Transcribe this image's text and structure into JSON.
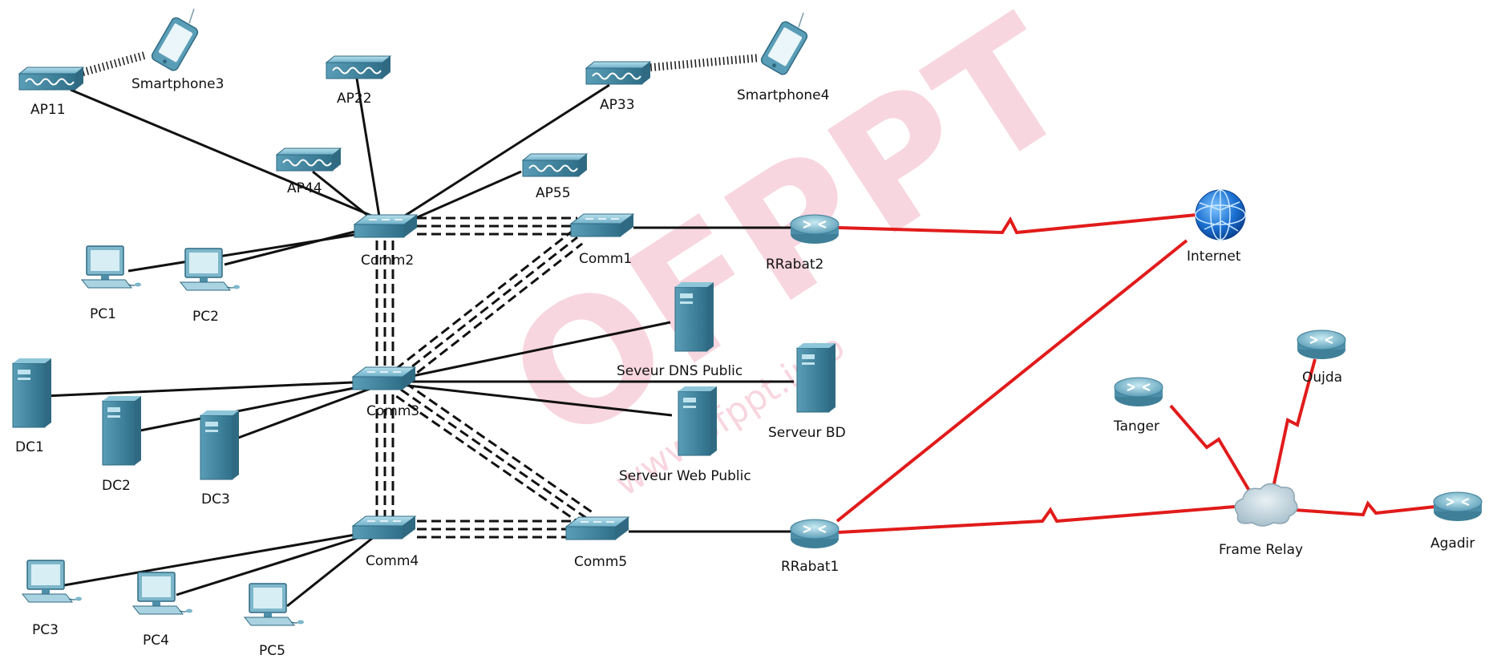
{
  "colors": {
    "device_body": "#4d8ea8",
    "device_top": "#8dc6d9",
    "device_dark": "#2f6a82",
    "ethernet_link": "#111111",
    "wan_link": "#e11b1b",
    "watermark": "#f3b6c6"
  },
  "watermark": {
    "big": "OFPPT",
    "small": "www.ofppt.info"
  },
  "devices": {
    "smartphone3": {
      "label": "Smartphone3",
      "icon": "smartphone-icon"
    },
    "smartphone4": {
      "label": "Smartphone4",
      "icon": "smartphone-icon"
    },
    "ap11": {
      "label": "AP11",
      "icon": "access-point-icon"
    },
    "ap22": {
      "label": "AP22",
      "icon": "access-point-icon"
    },
    "ap33": {
      "label": "AP33",
      "icon": "access-point-icon"
    },
    "ap44": {
      "label": "AP44",
      "icon": "access-point-icon"
    },
    "ap55": {
      "label": "AP55",
      "icon": "access-point-icon"
    },
    "comm1": {
      "label": "Comm1",
      "icon": "switch-icon"
    },
    "comm2": {
      "label": "Comm2",
      "icon": "switch-icon"
    },
    "comm3": {
      "label": "Comm3",
      "icon": "switch-icon"
    },
    "comm4": {
      "label": "Comm4",
      "icon": "switch-icon"
    },
    "comm5": {
      "label": "Comm5",
      "icon": "switch-icon"
    },
    "pc1": {
      "label": "PC1",
      "icon": "pc-icon"
    },
    "pc2": {
      "label": "PC2",
      "icon": "pc-icon"
    },
    "pc3": {
      "label": "PC3",
      "icon": "pc-icon"
    },
    "pc4": {
      "label": "PC4",
      "icon": "pc-icon"
    },
    "pc5": {
      "label": "PC5",
      "icon": "pc-icon"
    },
    "dc1": {
      "label": "DC1",
      "icon": "server-icon"
    },
    "dc2": {
      "label": "DC2",
      "icon": "server-icon"
    },
    "dc3": {
      "label": "DC3",
      "icon": "server-icon"
    },
    "dns": {
      "label": "Seveur DNS Public",
      "icon": "server-icon"
    },
    "bd": {
      "label": "Serveur BD",
      "icon": "server-icon"
    },
    "web": {
      "label": "Serveur Web Public",
      "icon": "server-icon"
    },
    "rrabat2": {
      "label": "RRabat2",
      "icon": "router-icon"
    },
    "rrabat1": {
      "label": "RRabat1",
      "icon": "router-icon"
    },
    "internet": {
      "label": "Internet",
      "icon": "internet-globe-icon"
    },
    "tanger": {
      "label": "Tanger",
      "icon": "router-icon"
    },
    "oujda": {
      "label": "Oujda",
      "icon": "router-icon"
    },
    "agadir": {
      "label": "Agadir",
      "icon": "router-icon"
    },
    "frame_relay": {
      "label": "Frame Relay",
      "icon": "cloud-icon"
    }
  }
}
